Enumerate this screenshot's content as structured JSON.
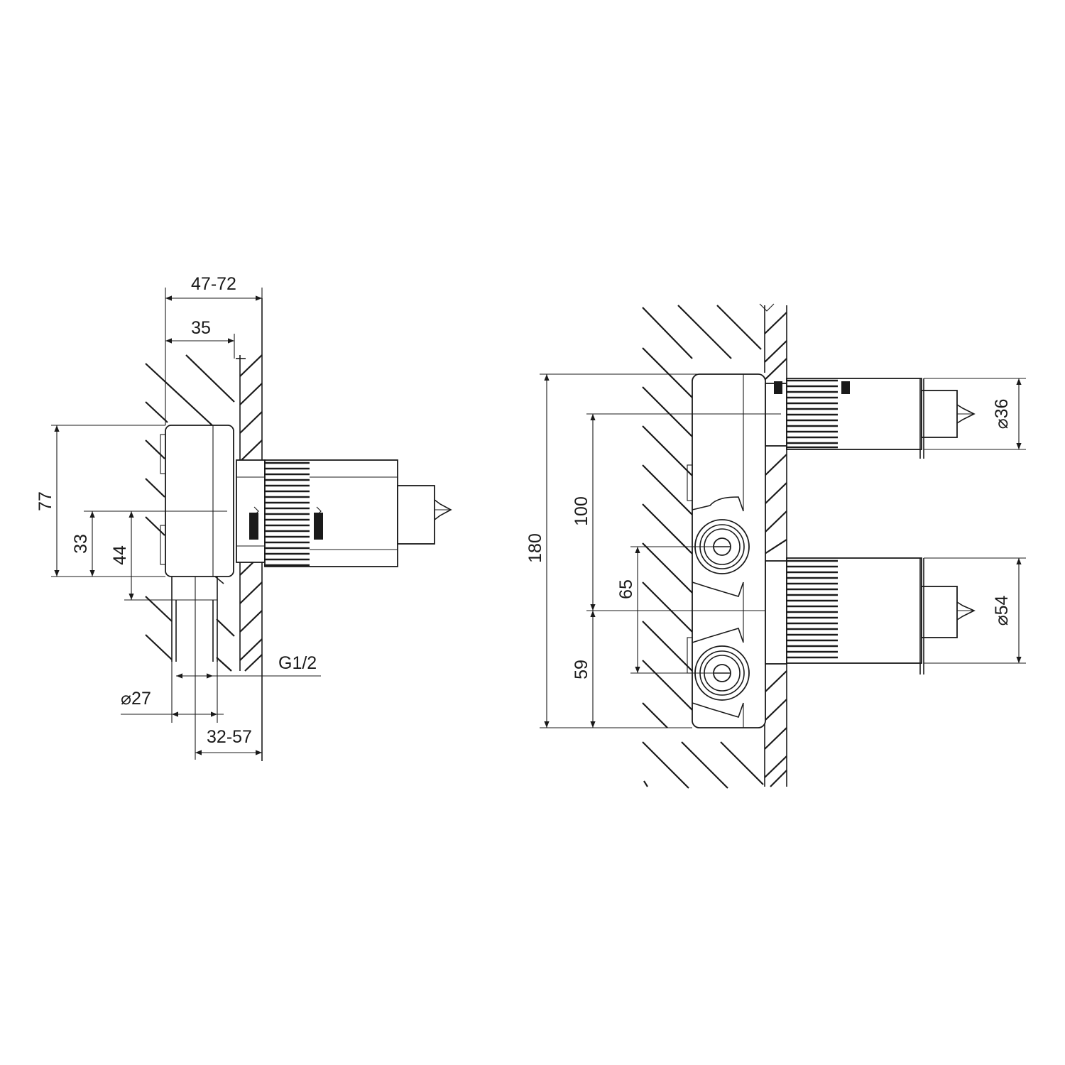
{
  "side_view": {
    "dim_top": "47-72",
    "dim_depth": "35",
    "dim_height": "77",
    "dim_upper": "33",
    "dim_lower": "44",
    "dim_diameter": "⌀27",
    "dim_bottom": "32-57",
    "thread_label": "G1/2"
  },
  "front_view": {
    "dim_total": "180",
    "dim_center": "100",
    "dim_outlet_spacing": "65",
    "dim_bottom": "59",
    "dim_dia_top": "⌀36",
    "dim_dia_bottom": "⌀54"
  }
}
